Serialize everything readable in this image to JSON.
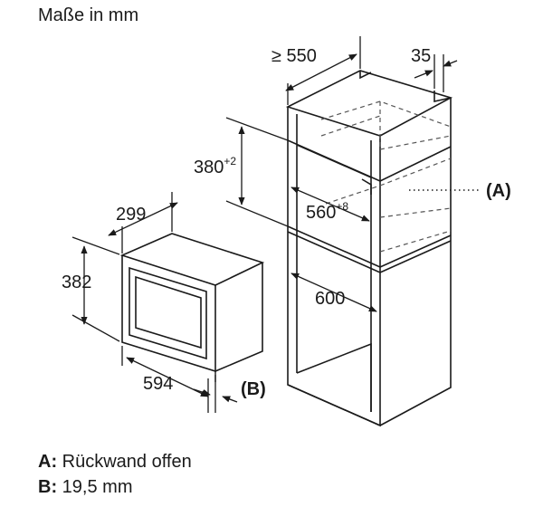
{
  "header": {
    "title": "Maße in mm"
  },
  "dimensions": {
    "cab_depth": "≥ 550",
    "cab_gap": "35",
    "niche_height": "380",
    "niche_height_tol": "+2",
    "niche_width": "560",
    "niche_width_tol": "+8",
    "cab_width": "600",
    "oven_depth": "299",
    "oven_height": "382",
    "oven_width": "594"
  },
  "callouts": {
    "a_marker": "(A)",
    "b_marker": "(B)"
  },
  "legend": [
    {
      "key": "A:",
      "text": "Rückwand offen"
    },
    {
      "key": "B:",
      "text": "19,5 mm"
    }
  ],
  "colors": {
    "line": "#1a1a1a",
    "dashed": "#555555"
  }
}
